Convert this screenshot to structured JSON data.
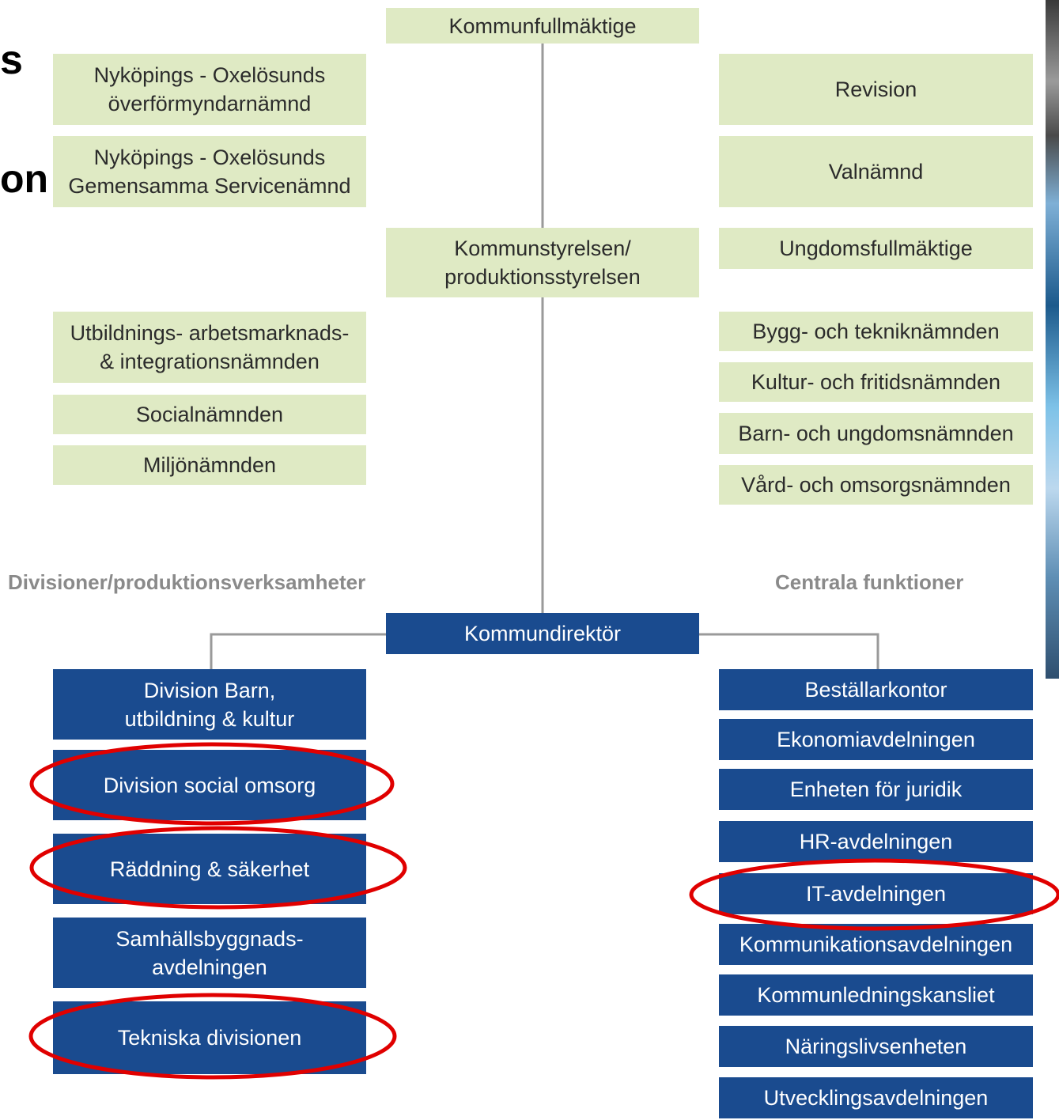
{
  "fragments": {
    "top": "s",
    "middle": "on"
  },
  "top": {
    "council": "Kommunfullmäktige",
    "board": "Kommunstyrelsen/\nproduktionsstyrelsen",
    "director": "Kommundirektör"
  },
  "left_committees": [
    "Nyköpings - Oxelösunds\növerförmyndarnämnd",
    "Nyköpings - Oxelösunds\nGemensamma Servicenämnd",
    "Utbildnings- arbetsmarknads-\n& integrationsnämnden",
    "Socialnämnden",
    "Miljönämnden"
  ],
  "right_committees": [
    "Revision",
    "Valnämnd",
    "Ungdomsfullmäktige",
    "Bygg- och tekniknämnden",
    "Kultur- och fritidsnämnden",
    "Barn- och ungdomsnämnden",
    "Vård- och omsorgsnämnden"
  ],
  "labels": {
    "divisions": "Divisioner/produktionsverksamheter",
    "central": "Centrala funktioner"
  },
  "divisions": [
    "Division Barn,\nutbildning & kultur",
    "Division social omsorg",
    "Räddning & säkerhet",
    "Samhällsbyggnads-\navdelningen",
    "Tekniska divisionen"
  ],
  "central_functions": [
    "Beställarkontor",
    "Ekonomiavdelningen",
    "Enheten för juridik",
    "HR-avdelningen",
    "IT-avdelningen",
    "Kommunikationsavdelningen",
    "Kommunledningskansliet",
    "Näringslivsenheten",
    "Utvecklingsavdelningen"
  ],
  "colors": {
    "committee_fill": "#dfeac4",
    "unit_fill": "#1a4b8f",
    "highlight_ring": "#e00000",
    "connector": "#9a9a9a"
  }
}
